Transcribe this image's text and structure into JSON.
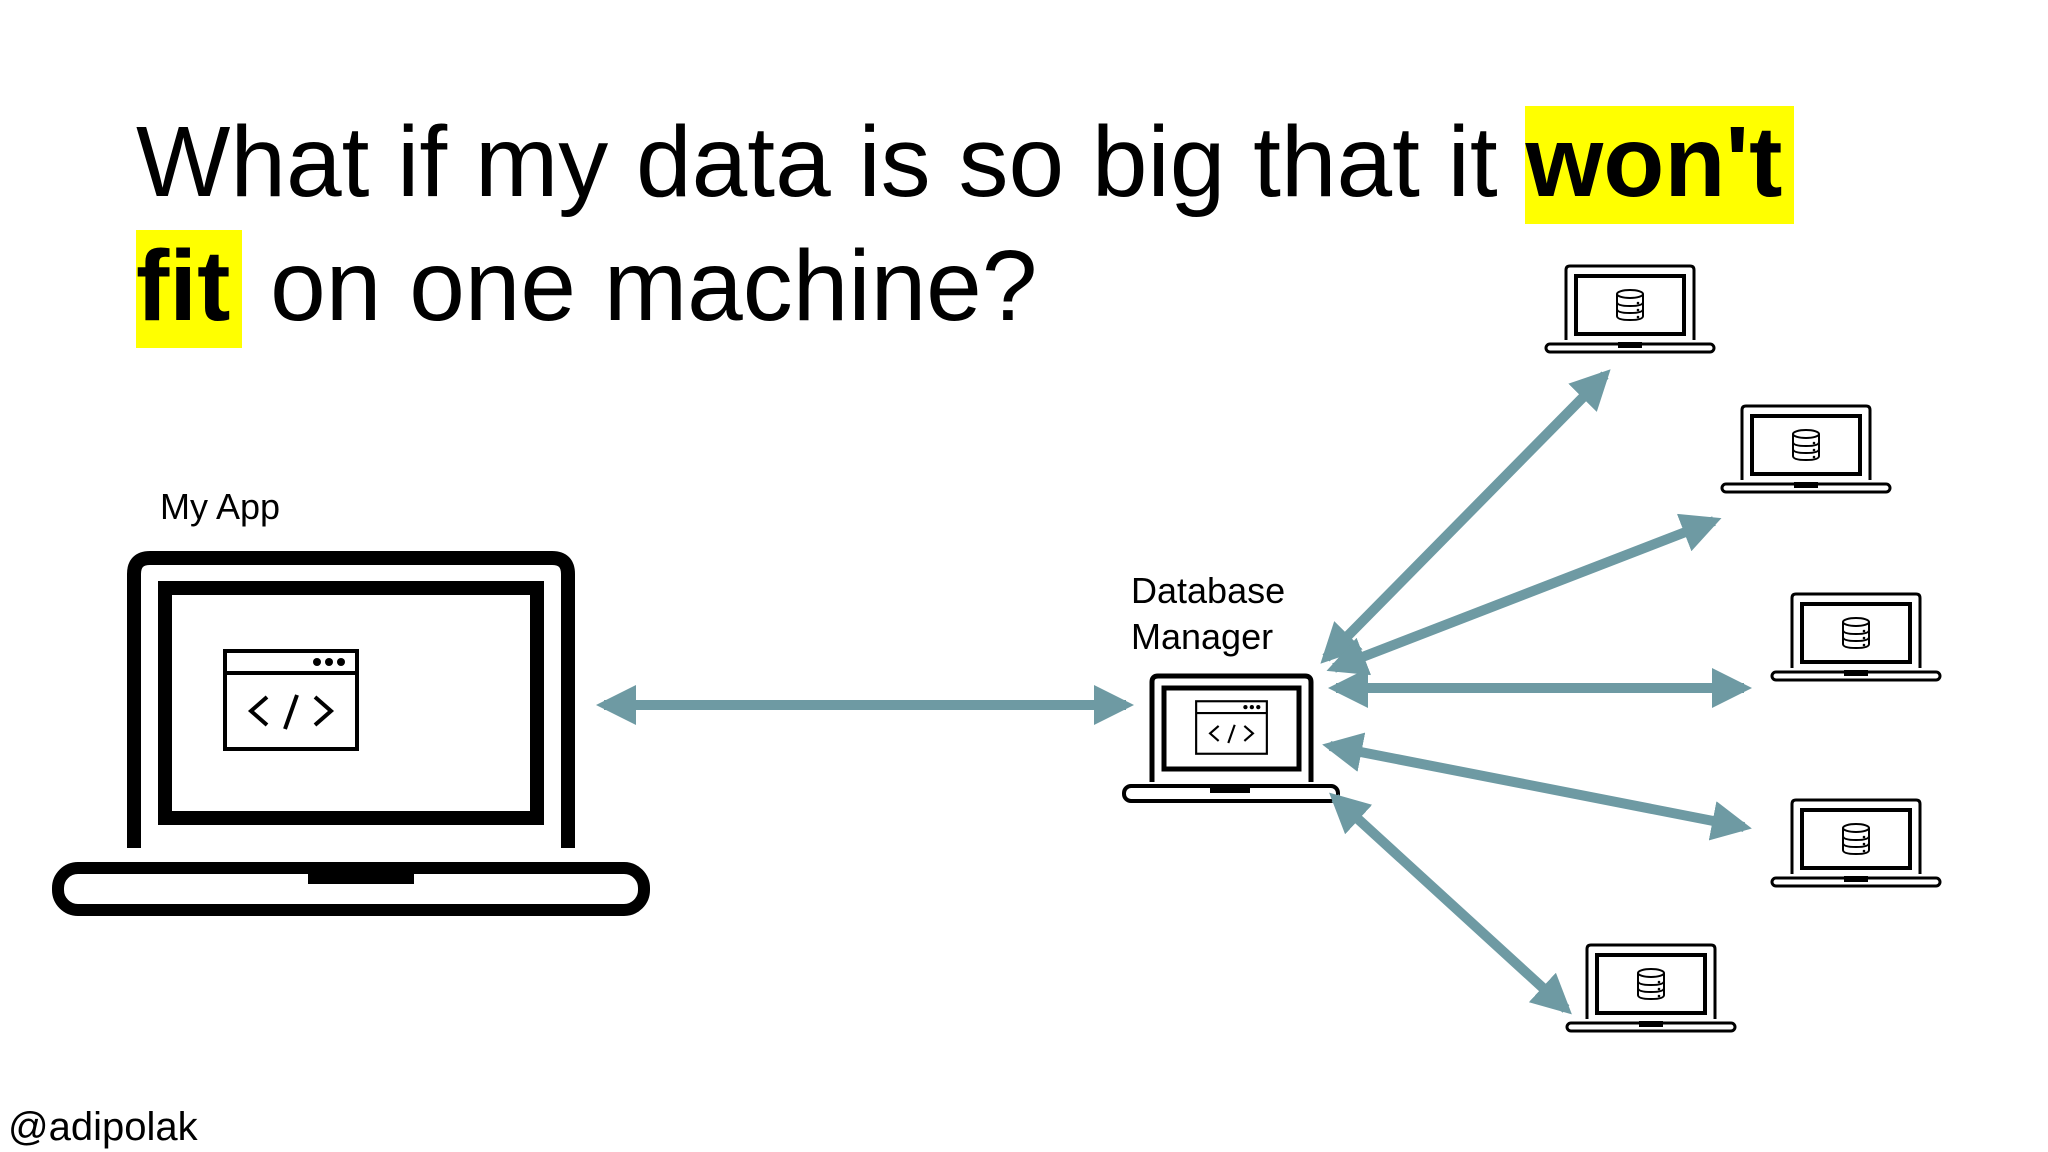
{
  "title": {
    "before": "What if my data is so big that it ",
    "highlight_1": "won't",
    "highlight_2": "fit",
    "after": " on one machine?"
  },
  "app_label": "My App",
  "manager_label": [
    "Database",
    "Manager"
  ],
  "handle": "@adipolak",
  "icons": {
    "app_laptop": "laptop-code-icon",
    "manager_laptop": "laptop-code-icon",
    "node_laptop": "laptop-database-icon"
  },
  "colors": {
    "highlight": "#ffff00",
    "arrow": "#6e9aa3",
    "stroke": "#000000"
  }
}
